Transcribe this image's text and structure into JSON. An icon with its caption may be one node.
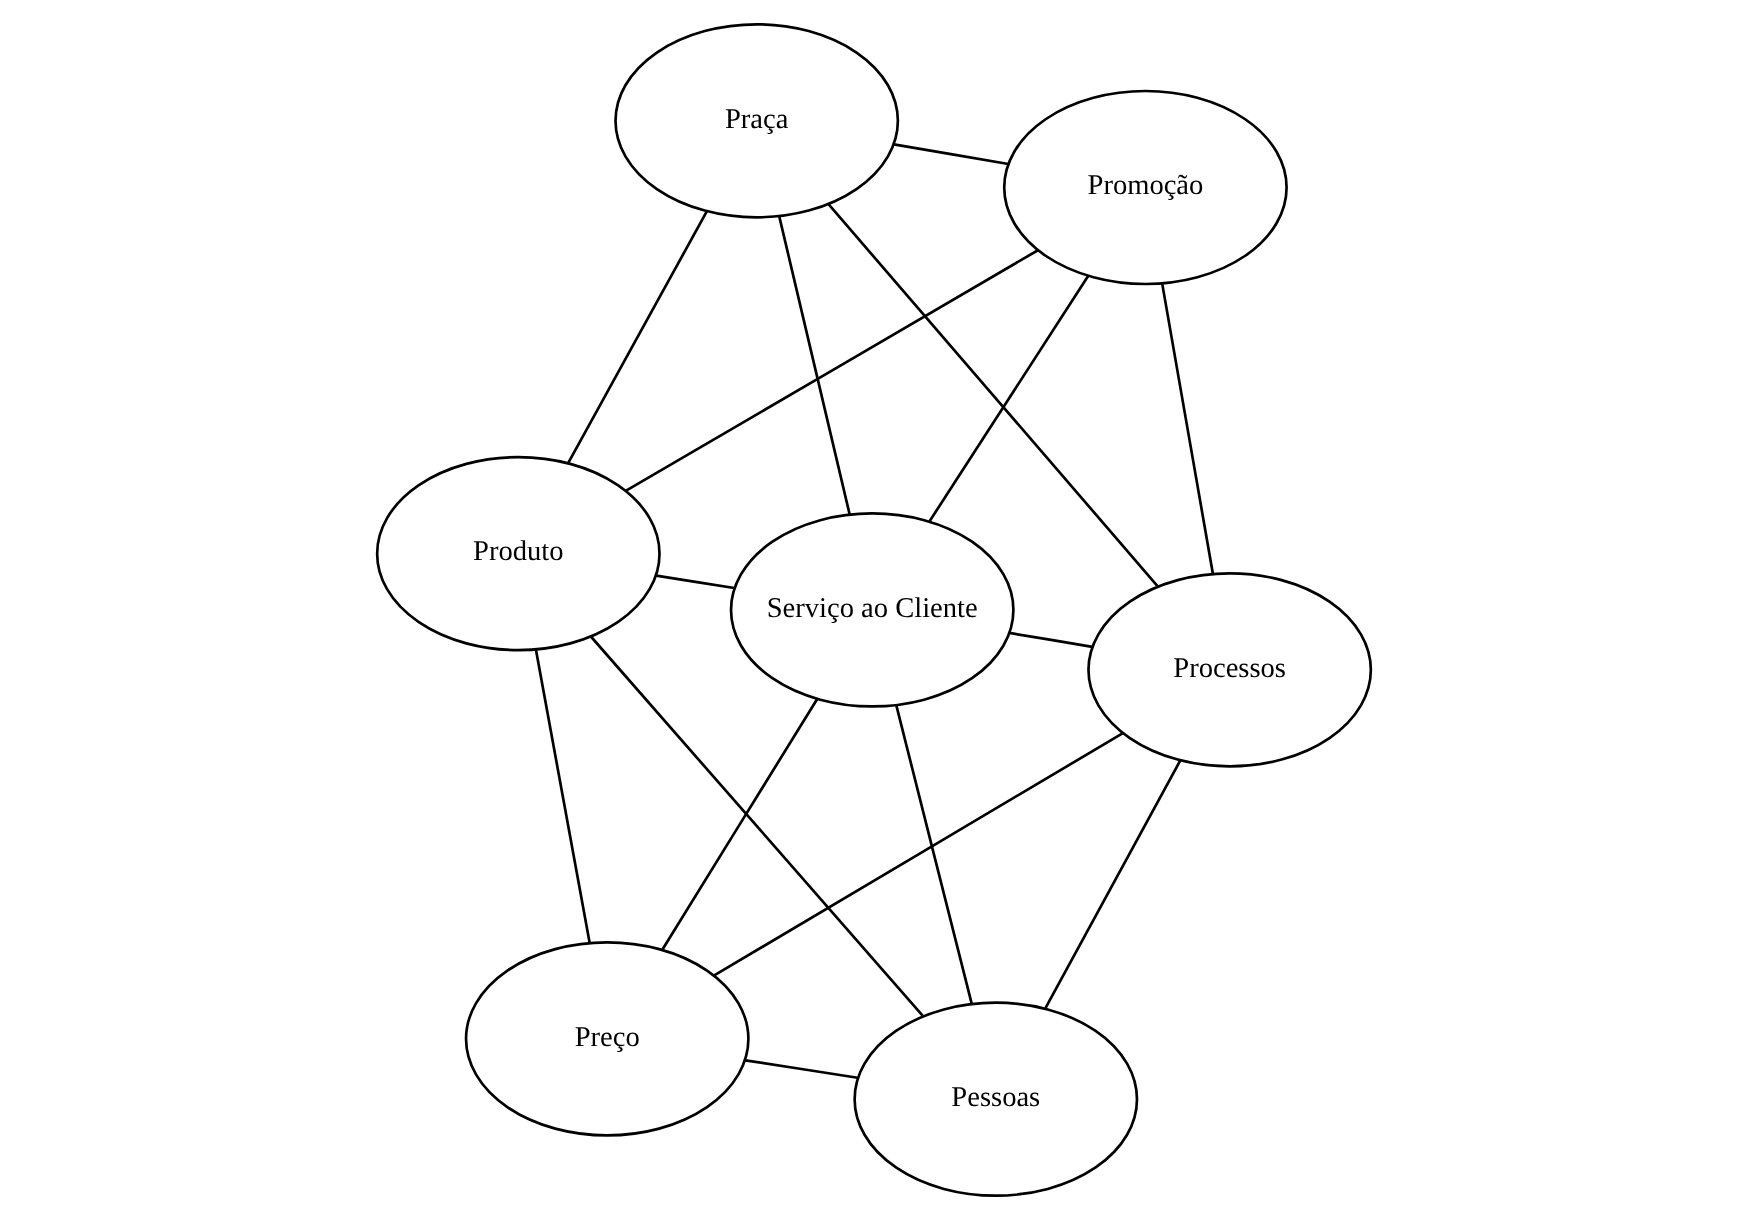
{
  "diagram": {
    "nodes": [
      {
        "text": [
          "Produto"
        ]
      },
      {
        "text": [
          "Promoção"
        ]
      },
      {
        "text": [
          "Preço"
        ]
      },
      {
        "text": [
          "Serviço ao Cliente"
        ]
      },
      {
        "text": [
          "Pessoas"
        ]
      },
      {
        "text": [
          "Praça"
        ]
      },
      {
        "text": [
          "Processos"
        ]
      }
    ],
    "edges": [
      {
        "from": 0,
        "to": 1,
        "arrow": "none"
      },
      {
        "from": 0,
        "to": 2,
        "arrow": "none"
      },
      {
        "from": 0,
        "to": 3,
        "arrow": "none"
      },
      {
        "from": 0,
        "to": 5,
        "arrow": "none"
      },
      {
        "from": 0,
        "to": 4,
        "arrow": "none"
      },
      {
        "from": 1,
        "to": 3,
        "arrow": "none"
      },
      {
        "from": 1,
        "to": 5,
        "arrow": "none"
      },
      {
        "from": 1,
        "to": 6,
        "arrow": "none"
      },
      {
        "from": 2,
        "to": 3,
        "arrow": "none"
      },
      {
        "from": 2,
        "to": 4,
        "arrow": "none"
      },
      {
        "from": 2,
        "to": 6,
        "arrow": "none"
      },
      {
        "from": 3,
        "to": 4,
        "arrow": "none"
      },
      {
        "from": 3,
        "to": 5,
        "arrow": "none"
      },
      {
        "from": 3,
        "to": 6,
        "arrow": "none"
      },
      {
        "from": 5,
        "to": 6,
        "arrow": "none"
      },
      {
        "from": 6,
        "to": 4,
        "arrow": "none"
      }
    ]
  }
}
